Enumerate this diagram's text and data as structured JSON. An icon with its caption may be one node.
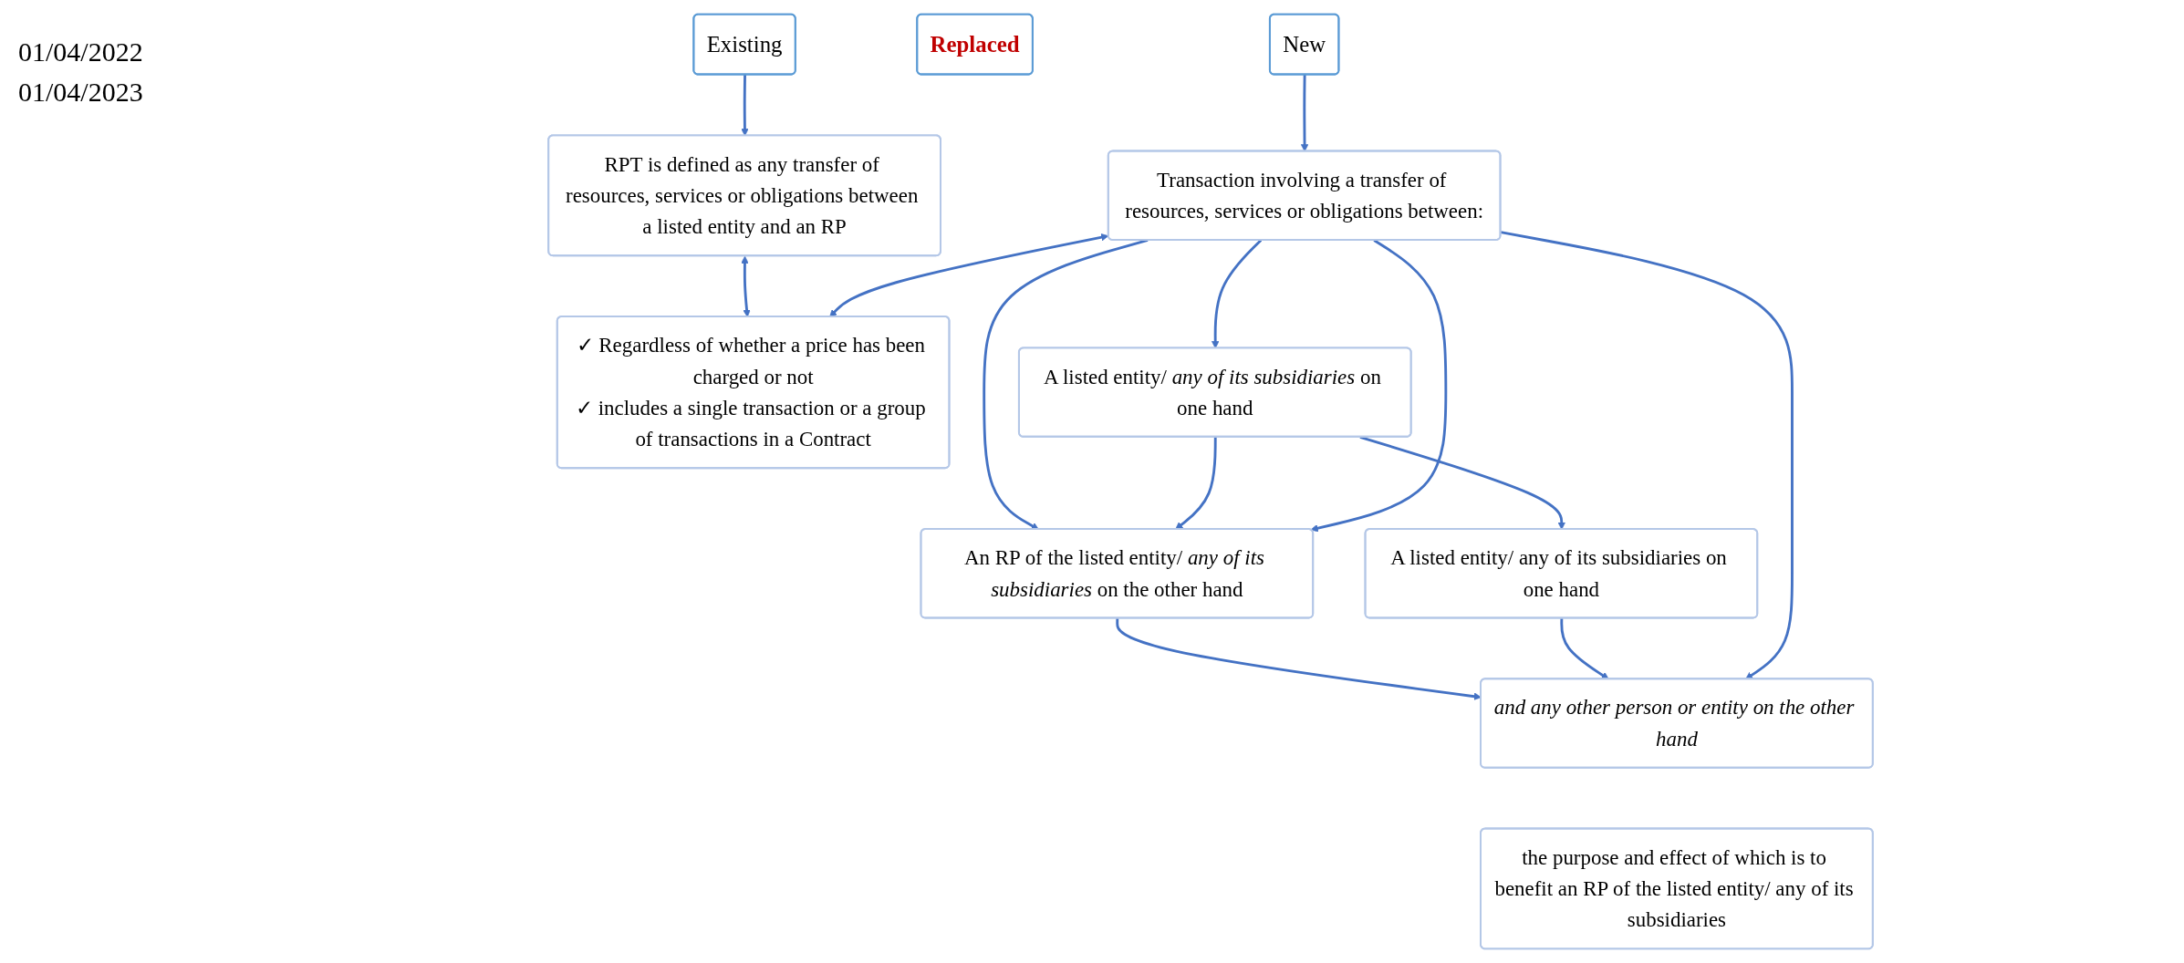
{
  "diagram": {
    "nodes": [
      {
        "text": [
          "Existing"
        ]
      },
      {
        "text": [
          "Replaced"
        ]
      },
      {
        "text": [
          "New"
        ]
      },
      {
        "text": [
          "RPT is defined as any transfer of resources, services or obligations between a listed entity and an RP"
        ]
      },
      {
        "text": [
          "✓ Regardless of whether a price has been charged or not",
          "✓ includes a single transaction or a group of transactions in a Contract"
        ]
      },
      {
        "text": [
          "Transaction involving a transfer of resources, services or obligations between:"
        ]
      },
      {
        "text": [
          "A listed entity/ *any of its subsidiaries* on one hand"
        ]
      },
      {
        "text": [
          "An RP of the listed entity/ *any of its subsidiaries* on the other hand"
        ]
      },
      {
        "text": [
          "A listed entity/ any of its subsidiaries on one hand"
        ]
      },
      {
        "text": [
          "*and any other person or entity on the other hand*"
        ]
      },
      {
        "text": [
          "the purpose and effect of which is to benefit an RP of the listed entity/ any of its subsidiaries"
        ]
      }
    ],
    "edges": [
      {
        "from": 0,
        "to": 3,
        "arrow": "to"
      },
      {
        "from": 2,
        "to": 5,
        "arrow": "to"
      },
      {
        "from": 3,
        "to": 4,
        "arrow": "both"
      },
      {
        "from": 5,
        "to": 4,
        "arrow": "both"
      },
      {
        "from": 5,
        "to": 6,
        "arrow": "to"
      },
      {
        "from": 5,
        "to": 7,
        "arrow": "to"
      },
      {
        "from": 6,
        "to": 7,
        "arrow": "to"
      },
      {
        "from": 5,
        "to": 7,
        "arrow": "to"
      },
      {
        "from": 6,
        "to": 8,
        "arrow": "to"
      },
      {
        "from": 7,
        "to": 9,
        "arrow": "to"
      },
      {
        "from": 8,
        "to": 9,
        "arrow": "to"
      },
      {
        "from": 5,
        "to": 9,
        "arrow": "to"
      }
    ],
    "labels": [
      "01/04/2022",
      "01/04/2023"
    ]
  }
}
